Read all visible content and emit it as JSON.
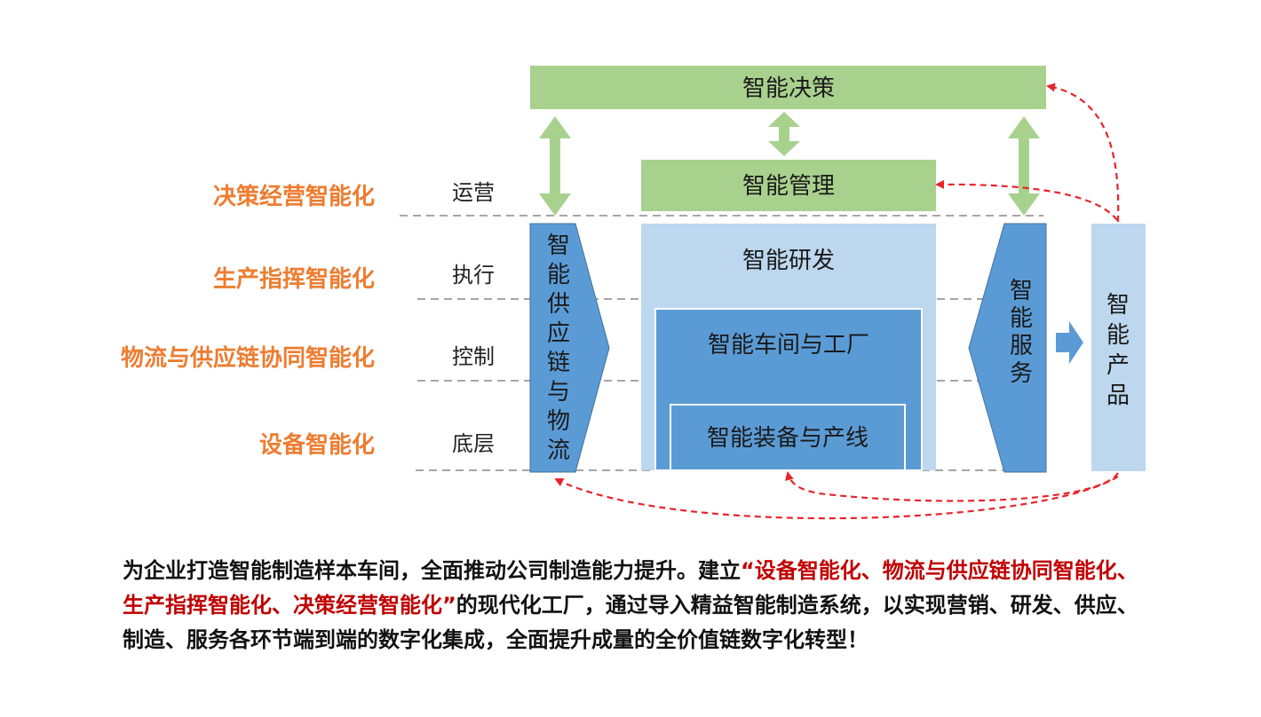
{
  "levels": [
    {
      "label": "决策经营智能化",
      "layer": "运营"
    },
    {
      "label": "生产指挥智能化",
      "layer": "执行"
    },
    {
      "label": "物流与供应链协同智能化",
      "layer": "控制"
    },
    {
      "label": "设备智能化",
      "layer": "底层"
    }
  ],
  "boxes": {
    "decision": "智能决策",
    "management": "智能管理",
    "rnd": "智能研发",
    "workshop": "智能车间与工厂",
    "equipment": "智能装备与产线",
    "supply_chain": [
      "智",
      "能",
      "供",
      "应",
      "链",
      "与",
      "物",
      "流"
    ],
    "service": [
      "智",
      "能",
      "服",
      "务"
    ],
    "product": [
      "智",
      "能",
      "产",
      "品"
    ]
  },
  "description": {
    "lead": "为企业打造智能制造样本车间，全面推动公司制造能力提升。建立",
    "highlight": "“设备智能化、物流与供应链协同智能化、生产指挥智能化、决策经营智能化”",
    "rest": "的现代化工厂，通过导入精益智能制造系统，以实现营销、研发、供应、制造、服务各环节端到端的数字化集成，全面提升成量的全价值链数字化转型！"
  },
  "colors": {
    "green": "#A9D18E",
    "light_blue": "#BDD7EE",
    "mid_blue": "#5B9BD5",
    "orange": "#ED7D31",
    "red": "#C00000",
    "dash_red": "#E8242A"
  }
}
